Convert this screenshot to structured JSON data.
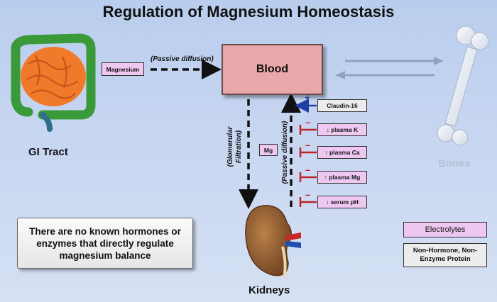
{
  "title": "Regulation of Magnesium Homeostasis",
  "nodes": {
    "magnesium": "Magnesium",
    "blood": "Blood",
    "mg": "Mg",
    "claudin": "Claudin-16",
    "plasma_k": "↓ plasma K",
    "plasma_ca": "↑ plasma Ca",
    "plasma_mg": "↑ plasma Mg",
    "serum_ph": "↓ serum pH"
  },
  "edge_labels": {
    "passive_diffusion_gi": "(Passive diffusion)",
    "glomerular_line1": "(Glomerular",
    "glomerular_line2": "Filtration)",
    "passive_diffusion_kidney": "(Passive diffusion)"
  },
  "signs": {
    "claudin": "+",
    "plasma_k": "–",
    "plasma_ca": "–",
    "plasma_mg": "–",
    "serum_ph": "–"
  },
  "organs": {
    "gi_tract": "GI Tract",
    "kidneys": "Kidneys",
    "bones": "Bones"
  },
  "info_box": "There are no known hormones or enzymes that directly regulate magnesium balance",
  "legend": {
    "electrolytes": "Electrolytes",
    "non_hormone": "Non-Hormone, Non-Enzyme Protein"
  },
  "colors": {
    "positive": "#1f3fa8",
    "negative": "#c0202a",
    "pink_box": "#efc8f2",
    "blood": "#e8a7a9",
    "gi_orange": "#f07a2a",
    "gi_green": "#3a9a3a",
    "kidney": "#8e5a2c",
    "bone": "#ffffff"
  }
}
